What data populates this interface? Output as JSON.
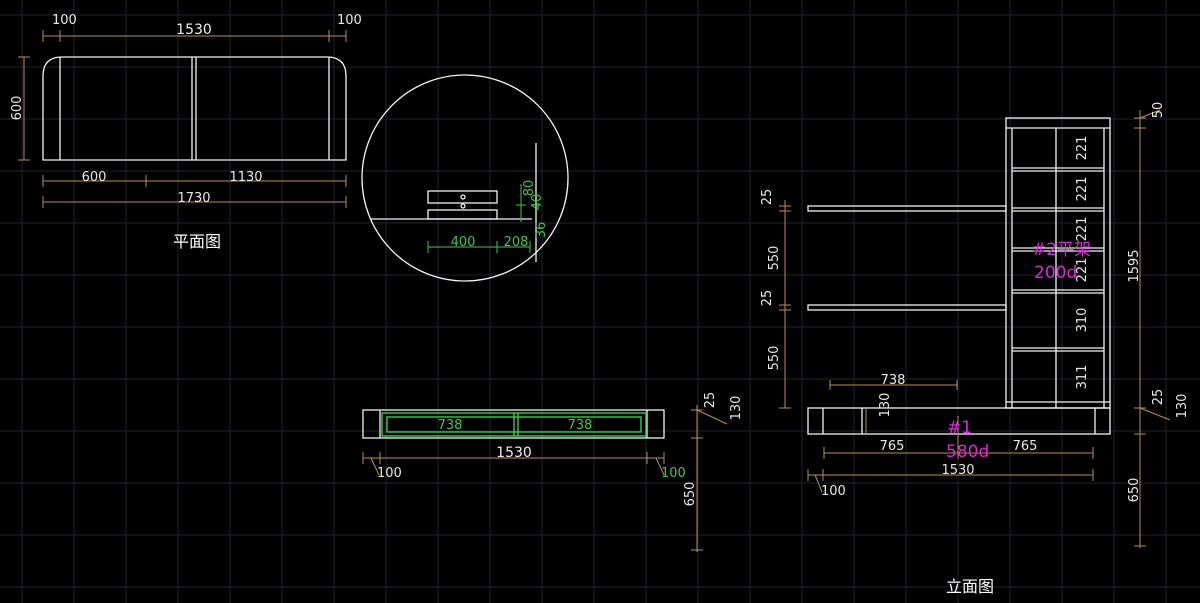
{
  "colors": {
    "background": "#000000",
    "grid": "#1f2530",
    "outline": "#f2f2f2",
    "dimension": "#b7904b",
    "dimension_detail": "#3cc84a",
    "annotation": "#d62bd6"
  },
  "plan": {
    "title": "平面图",
    "dim_left_margin": "100",
    "dim_overall_width": "1530",
    "dim_right_margin": "100",
    "dim_depth": "600",
    "dim_left_part": "600",
    "dim_right_part": "1130",
    "dim_total": "1730"
  },
  "detail": {
    "dim_a": "80",
    "dim_b": "40",
    "dim_c": "36",
    "dim_d": "400",
    "dim_e": "208"
  },
  "front": {
    "dim_drawer_left": "738",
    "dim_drawer_right": "738",
    "dim_left_margin": "100",
    "dim_width": "1530",
    "dim_right_margin": "100",
    "dim_top": "25",
    "dim_height": "130",
    "dim_leg": "650"
  },
  "elevation": {
    "title": "立面图",
    "dim_shelf_thickness_1": "25",
    "dim_shelf_gap_1": "550",
    "dim_shelf_thickness_2": "25",
    "dim_shelf_gap_2": "550",
    "dim_top": "50",
    "dim_total_height": "1595",
    "dim_base_top": "25",
    "dim_base_height": "130",
    "dim_leg": "650",
    "dim_738": "738",
    "dim_130_inner": "130",
    "dim_765_left": "765",
    "dim_765_right": "765",
    "dim_1530": "1530",
    "dim_100": "100",
    "cells": [
      "221",
      "221",
      "221",
      "221",
      "310",
      "311"
    ],
    "label_shelf": "#2平架",
    "label_shelf_depth": "200d",
    "label_base": "#1",
    "label_base_depth": "580d"
  }
}
